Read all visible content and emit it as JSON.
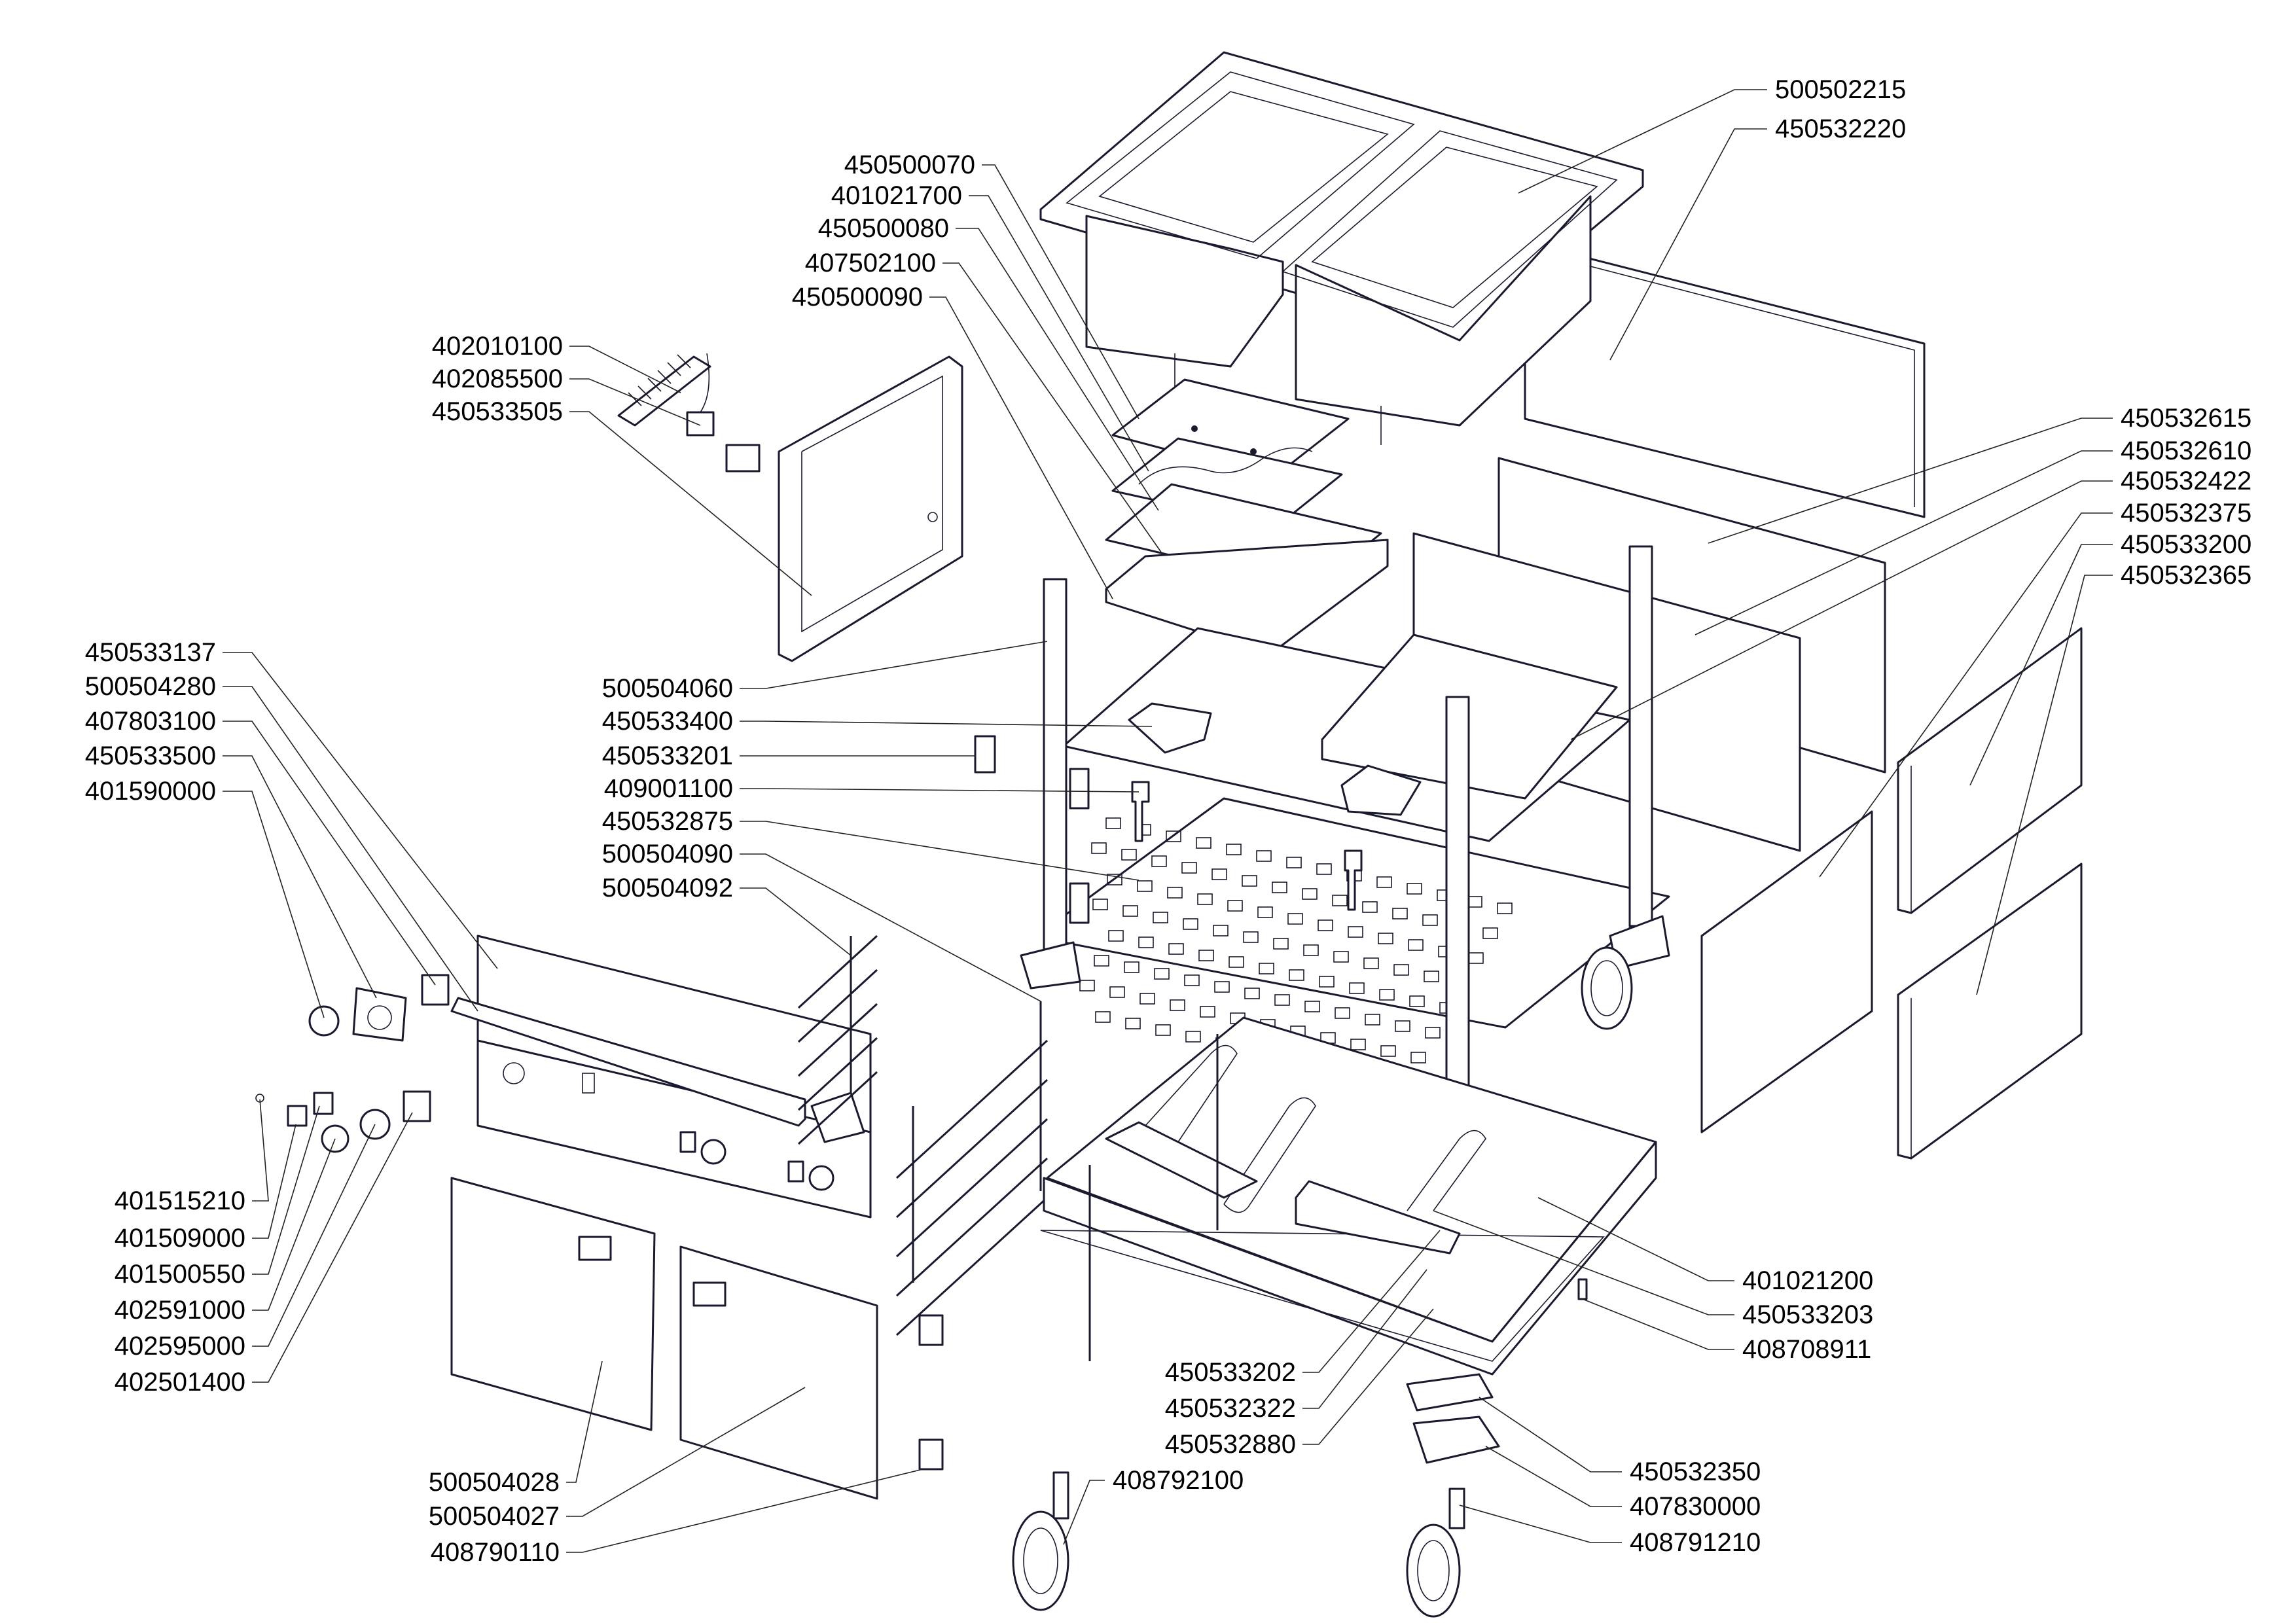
{
  "diagram": {
    "type": "exploded-parts-view",
    "subject": "heated bain-marie trolley with two gastronorm wells",
    "line_color": "#1a1a2e",
    "background": "#ffffff"
  },
  "callouts": [
    {
      "id": "c01",
      "part": "500502215",
      "target": "right-well"
    },
    {
      "id": "c02",
      "part": "450532220",
      "target": "back-panel-top"
    },
    {
      "id": "c03",
      "part": "450500070",
      "target": "well-bottom-plate"
    },
    {
      "id": "c04",
      "part": "401021700",
      "target": "upper-heating-element"
    },
    {
      "id": "c05",
      "part": "450500080",
      "target": "element-plate"
    },
    {
      "id": "c06",
      "part": "407502100",
      "target": "insulation-plate"
    },
    {
      "id": "c07",
      "part": "450500090",
      "target": "element-tray"
    },
    {
      "id": "c08",
      "part": "402010100",
      "target": "power-cord"
    },
    {
      "id": "c09",
      "part": "402085500",
      "target": "cable-gland"
    },
    {
      "id": "c10",
      "part": "450533505",
      "target": "left-side-panel"
    },
    {
      "id": "c11",
      "part": "450532615",
      "target": "rear-inner-panel"
    },
    {
      "id": "c12",
      "part": "450532610",
      "target": "rear-panel"
    },
    {
      "id": "c13",
      "part": "450532422",
      "target": "right-tray"
    },
    {
      "id": "c14",
      "part": "450532375",
      "target": "right-lower-inner-panel"
    },
    {
      "id": "c15",
      "part": "450533200",
      "target": "right-upper-side-panel"
    },
    {
      "id": "c16",
      "part": "450532365",
      "target": "right-lower-side-panel"
    },
    {
      "id": "c17",
      "part": "450533137",
      "target": "control-panel-top"
    },
    {
      "id": "c18",
      "part": "500504280",
      "target": "push-handle"
    },
    {
      "id": "c19",
      "part": "407803100",
      "target": "handle-end-cap"
    },
    {
      "id": "c20",
      "part": "450533500",
      "target": "thermostat-bracket"
    },
    {
      "id": "c21",
      "part": "401590000",
      "target": "thermostat"
    },
    {
      "id": "c22",
      "part": "500504060",
      "target": "frame-upright"
    },
    {
      "id": "c23",
      "part": "450533400",
      "target": "well-support-bracket"
    },
    {
      "id": "c24",
      "part": "450533201",
      "target": "hinge-bracket"
    },
    {
      "id": "c25",
      "part": "409001100",
      "target": "drain-valve"
    },
    {
      "id": "c26",
      "part": "450532875",
      "target": "perforated-shelf"
    },
    {
      "id": "c27",
      "part": "500504090",
      "target": "right-tray-rack"
    },
    {
      "id": "c28",
      "part": "500504092",
      "target": "left-tray-rack"
    },
    {
      "id": "c29",
      "part": "401515210",
      "target": "indicator-lamp"
    },
    {
      "id": "c30",
      "part": "401509000",
      "target": "lamp-bezel"
    },
    {
      "id": "c31",
      "part": "401500550",
      "target": "rocker-switch"
    },
    {
      "id": "c32",
      "part": "402591000",
      "target": "control-knob"
    },
    {
      "id": "c33",
      "part": "402595000",
      "target": "knob-bezel"
    },
    {
      "id": "c34",
      "part": "402501400",
      "target": "energy-regulator"
    },
    {
      "id": "c35",
      "part": "401021200",
      "target": "lower-heating-element"
    },
    {
      "id": "c36",
      "part": "450533203",
      "target": "element-bracket-right"
    },
    {
      "id": "c37",
      "part": "408708911",
      "target": "stud-bolt"
    },
    {
      "id": "c38",
      "part": "450533202",
      "target": "element-bracket-left"
    },
    {
      "id": "c39",
      "part": "450532322",
      "target": "base-frame"
    },
    {
      "id": "c40",
      "part": "450532880",
      "target": "base-plate"
    },
    {
      "id": "c41",
      "part": "500504028",
      "target": "left-door"
    },
    {
      "id": "c42",
      "part": "500504027",
      "target": "right-door"
    },
    {
      "id": "c43",
      "part": "408790110",
      "target": "door-hinge"
    },
    {
      "id": "c44",
      "part": "408792100",
      "target": "braked-castor"
    },
    {
      "id": "c45",
      "part": "450532350",
      "target": "castor-bracket"
    },
    {
      "id": "c46",
      "part": "407830000",
      "target": "corner-bumper"
    },
    {
      "id": "c47",
      "part": "408791210",
      "target": "swivel-castor"
    }
  ]
}
